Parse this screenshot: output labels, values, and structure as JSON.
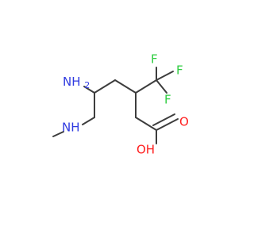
{
  "molecule": {
    "atoms": [
      {
        "id": "F_top",
        "label": "F",
        "color": "#2ecc40"
      },
      {
        "id": "F_right",
        "label": "F",
        "color": "#2ecc40"
      },
      {
        "id": "F_left",
        "label": "F",
        "color": "#2ecc40"
      },
      {
        "id": "N_amine",
        "label": "NH",
        "subscript": "2",
        "color": "#2f3ae0"
      },
      {
        "id": "N_methylamine",
        "label": "NH",
        "color": "#2f3ae0"
      },
      {
        "id": "O_carbonyl",
        "label": "O",
        "color": "#ff1f1f"
      },
      {
        "id": "O_hydroxyl",
        "label": "OH",
        "color": "#ff1f1f"
      }
    ]
  }
}
